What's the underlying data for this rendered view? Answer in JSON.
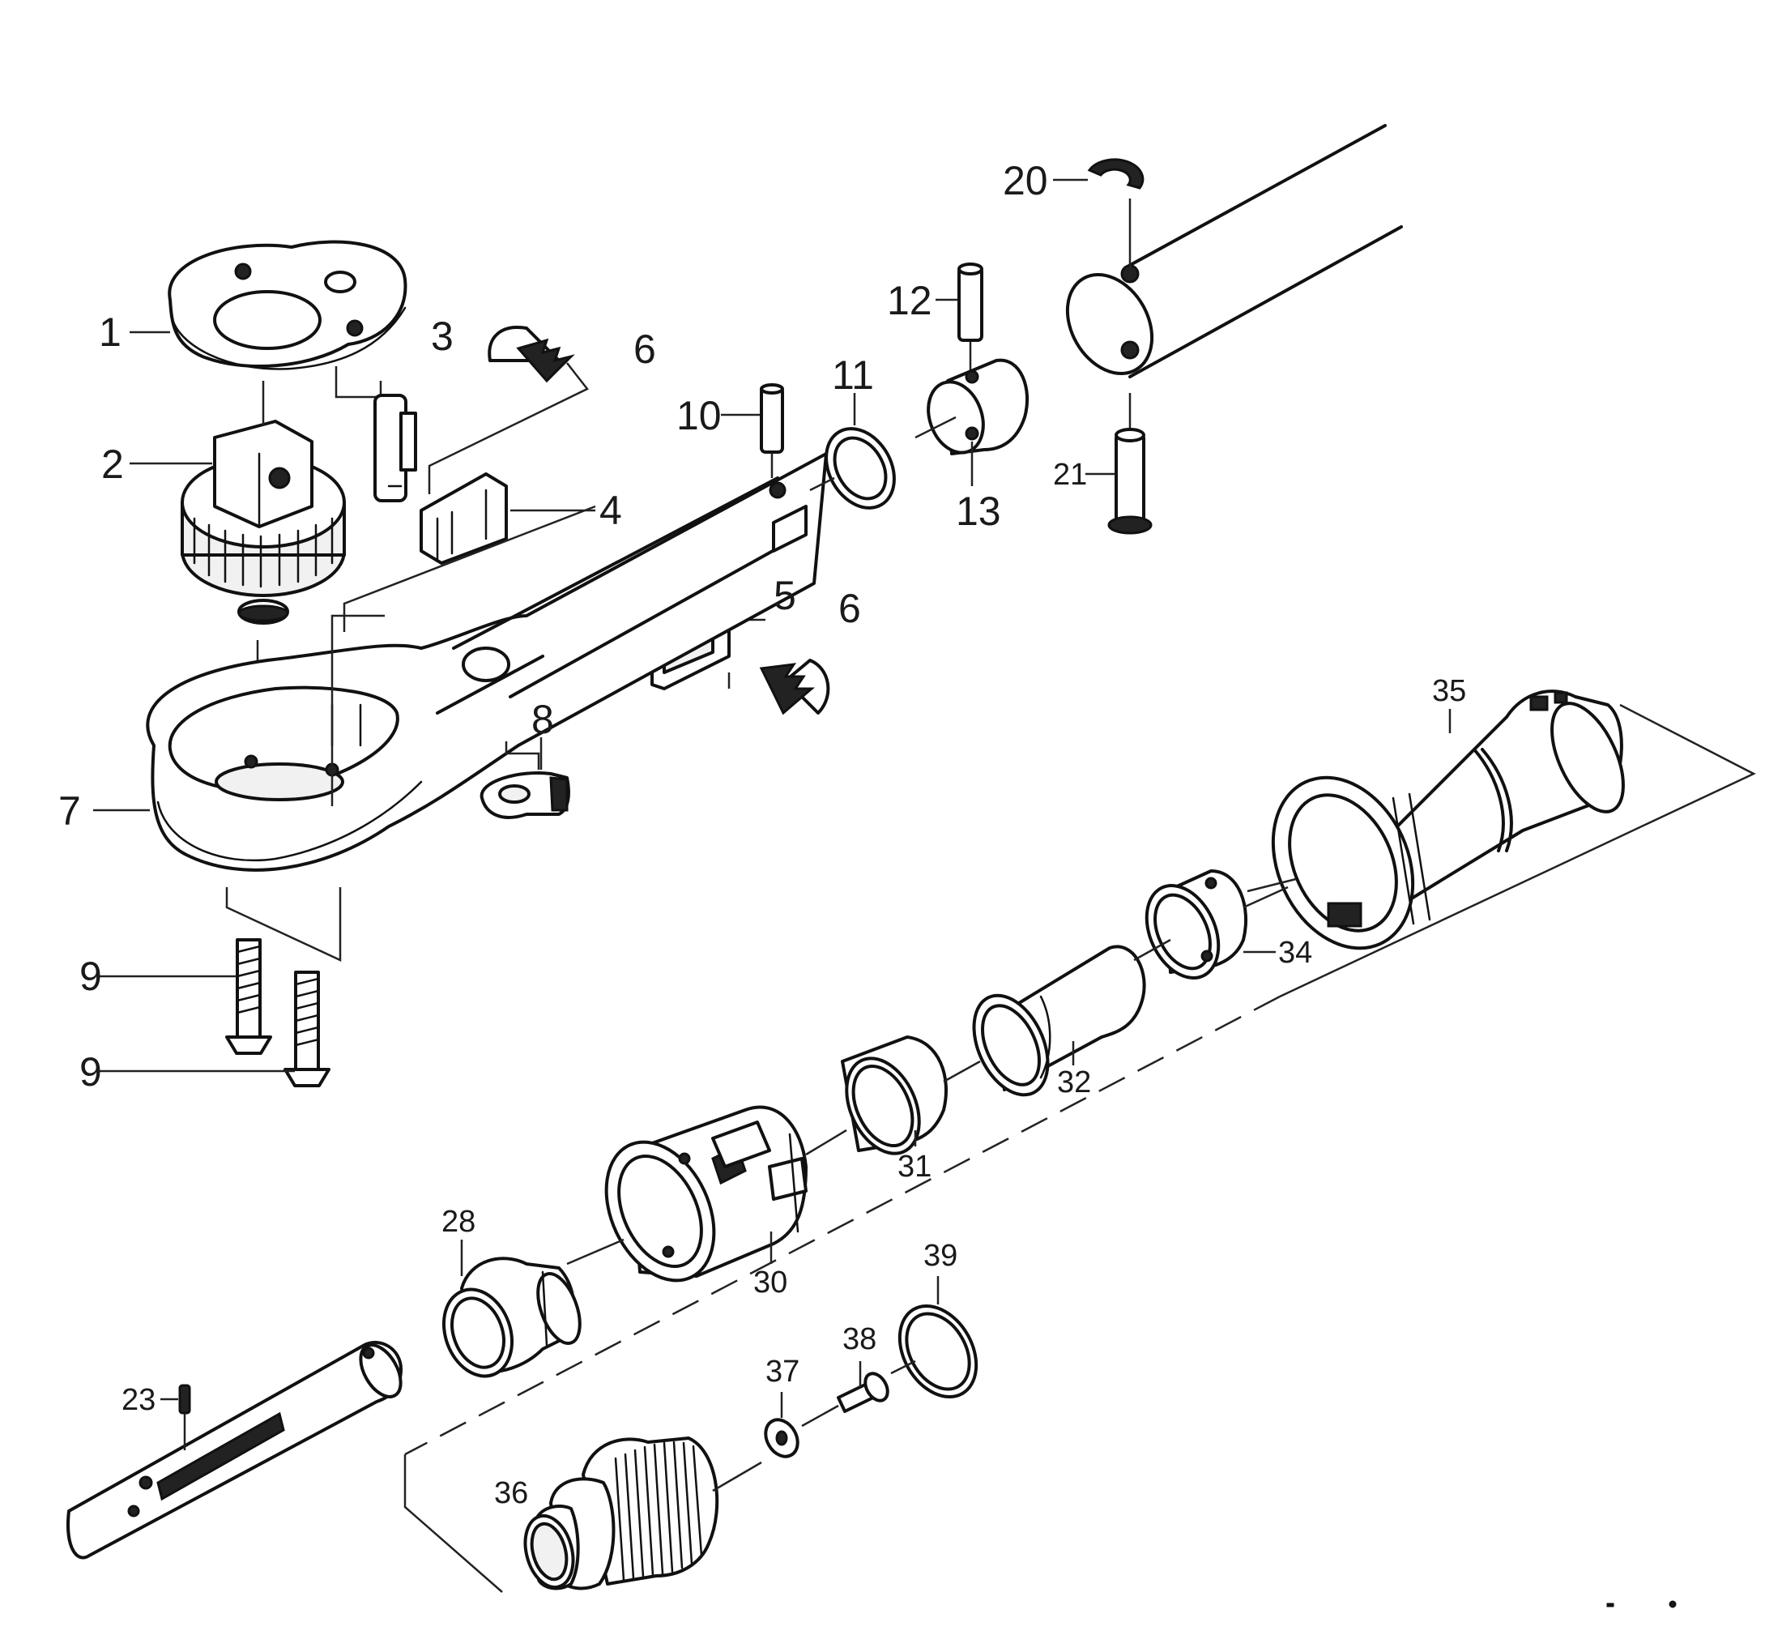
{
  "labels": {
    "l1": "1",
    "l2": "2",
    "l3": "3",
    "l4": "4",
    "l5": "5",
    "l6a": "6",
    "l6b": "6",
    "l7": "7",
    "l8": "8",
    "l9a": "9",
    "l9b": "9",
    "l10": "10",
    "l11": "11",
    "l12": "12",
    "l13": "13",
    "l20": "20",
    "l21": "21",
    "l23": "23",
    "l28": "28",
    "l30": "30",
    "l31": "31",
    "l32": "32",
    "l34": "34",
    "l35": "35",
    "l36": "36",
    "l37": "37",
    "l38": "38",
    "l39": "39"
  }
}
